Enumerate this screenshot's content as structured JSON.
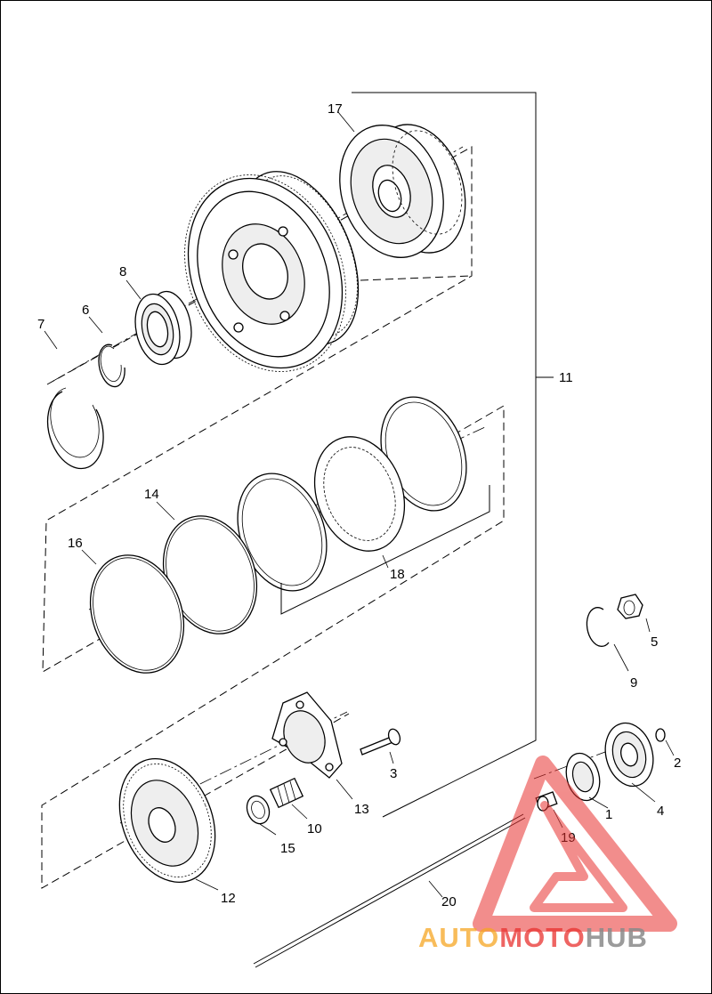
{
  "callouts": {
    "c1": "1",
    "c2": "2",
    "c3": "3",
    "c4": "4",
    "c5": "5",
    "c6": "6",
    "c7": "7",
    "c8": "8",
    "c9": "9",
    "c10": "10",
    "c11": "11",
    "c12": "12",
    "c13": "13",
    "c14": "14",
    "c15": "15",
    "c16": "16",
    "c17": "17",
    "c18": "18",
    "c19": "19",
    "c20": "20"
  },
  "watermark": {
    "part1": "AUTO",
    "part2": "MOTO",
    "part3": "HUB",
    "color_orange": "#f5a623",
    "color_red": "#e8312f",
    "color_gray": "#8a8a8a"
  }
}
